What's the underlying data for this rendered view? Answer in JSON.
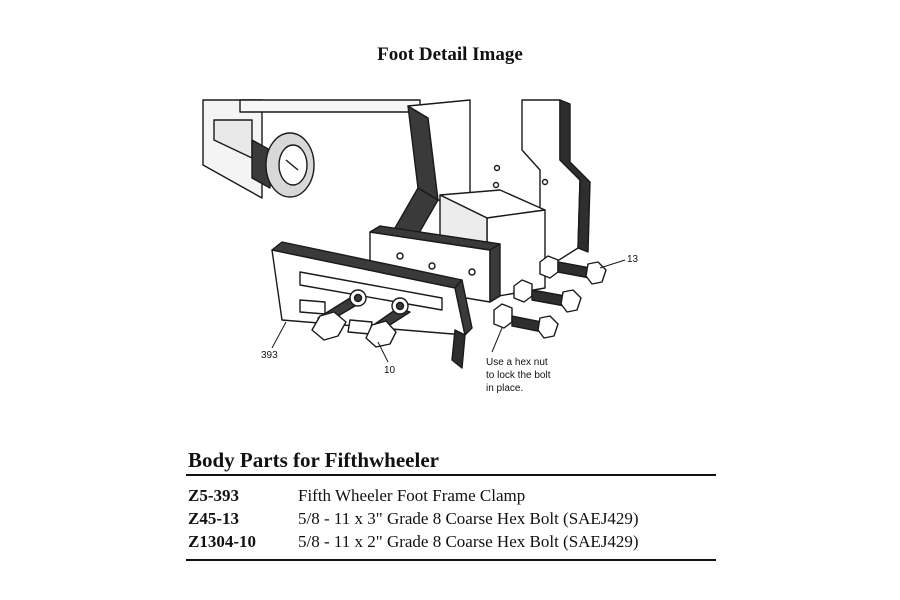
{
  "diagram": {
    "title": "Foot Detail Image",
    "callouts": {
      "clamp": "393",
      "bolt_short": "10",
      "bolt_long": "13"
    },
    "note_lines": [
      "Use a hex nut",
      "to lock the bolt",
      "in place."
    ]
  },
  "parts": {
    "heading": "Body Parts for Fifthwheeler",
    "rows": [
      {
        "code": "Z5-393",
        "description": "Fifth Wheeler Foot Frame Clamp"
      },
      {
        "code": "Z45-13",
        "description": "5/8 - 11 x 3\" Grade 8 Coarse Hex Bolt (SAEJ429)"
      },
      {
        "code": "Z1304-10",
        "description": "5/8 - 11 x 2\" Grade 8 Coarse Hex Bolt (SAEJ429)"
      }
    ]
  }
}
